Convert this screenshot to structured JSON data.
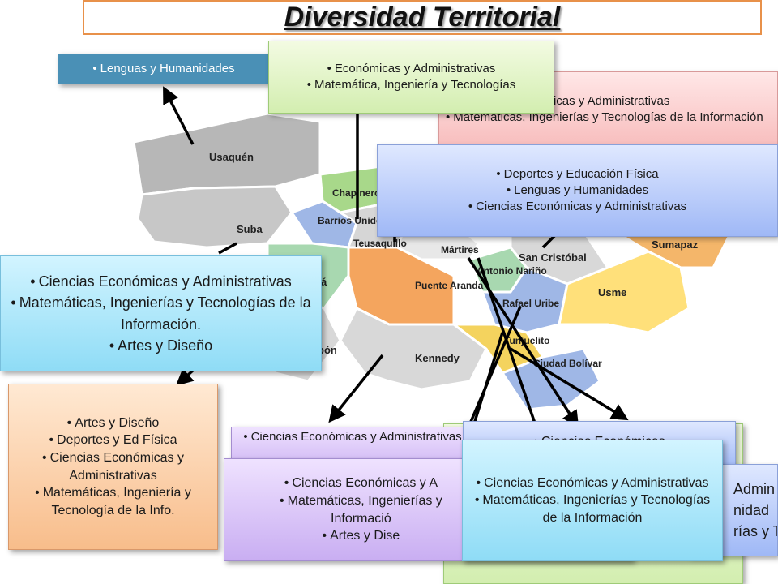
{
  "title": "Diversidad Territorial",
  "map_labels": {
    "usaquen": "Usaquén",
    "suba": "Suba",
    "chapinero": "Chapinero",
    "barrios": "Barrios Unidos",
    "teusaquillo": "Teusaquillo",
    "martires": "Mártires",
    "sancristobal": "San Cristóbal",
    "sumapaz": "Sumapaz",
    "antonio": "Antonio Nariño",
    "puente": "Puente Aranda",
    "rafael": "Rafael Uribe",
    "usme": "Usme",
    "tunjuelito": "Tunjuelito",
    "kennedy": "Kennedy",
    "ciudad": "Ciudad Bolívar",
    "fontibon": "bón",
    "engativa": "á"
  },
  "boxes": {
    "lenguas": [
      "Lenguas y Humanidades"
    ],
    "econ_top": [
      "Económicas y Administrativas",
      "Matemática, Ingeniería y Tecnologías"
    ],
    "pink_right": [
      "nicas y Administrativas",
      "Matemáticas, Ingenierías y Tecnologías de la Información"
    ],
    "deportes": [
      "Deportes y Educación Física",
      "Lenguas y Humanidades",
      "Ciencias Económicas y Administrativas"
    ],
    "left_cyan": [
      "Ciencias Económicas y Administrativas",
      "Matemáticas, Ingenierías y Tecnologías de la Información.",
      "Artes y Diseño"
    ],
    "orange": [
      "Artes y Diseño",
      "Deportes y Ed Física",
      "Ciencias Económicas y Administrativas",
      "Matemáticas, Ingeniería y Tecnología de la Info."
    ],
    "lav_back": [
      "Ciencias Económicas y Administrativas"
    ],
    "lav_front": [
      "Ciencias Económicas y A",
      "Matemáticas, Ingenierías y",
      "Informació",
      "Artes y Dise"
    ],
    "blue_back": [
      "Ciencias Económicas"
    ],
    "right_edge": [
      "Admin",
      "nidad",
      "rías y Te"
    ],
    "cyan_front": [
      "Ciencias Económicas y Administrativas",
      "Matemáticas, Ingenierías y Tecnologías de la Información"
    ]
  },
  "colors": {
    "title_border": "#e8914a",
    "arrow": "#000000",
    "lenguas_fill": "#4a90b6"
  }
}
